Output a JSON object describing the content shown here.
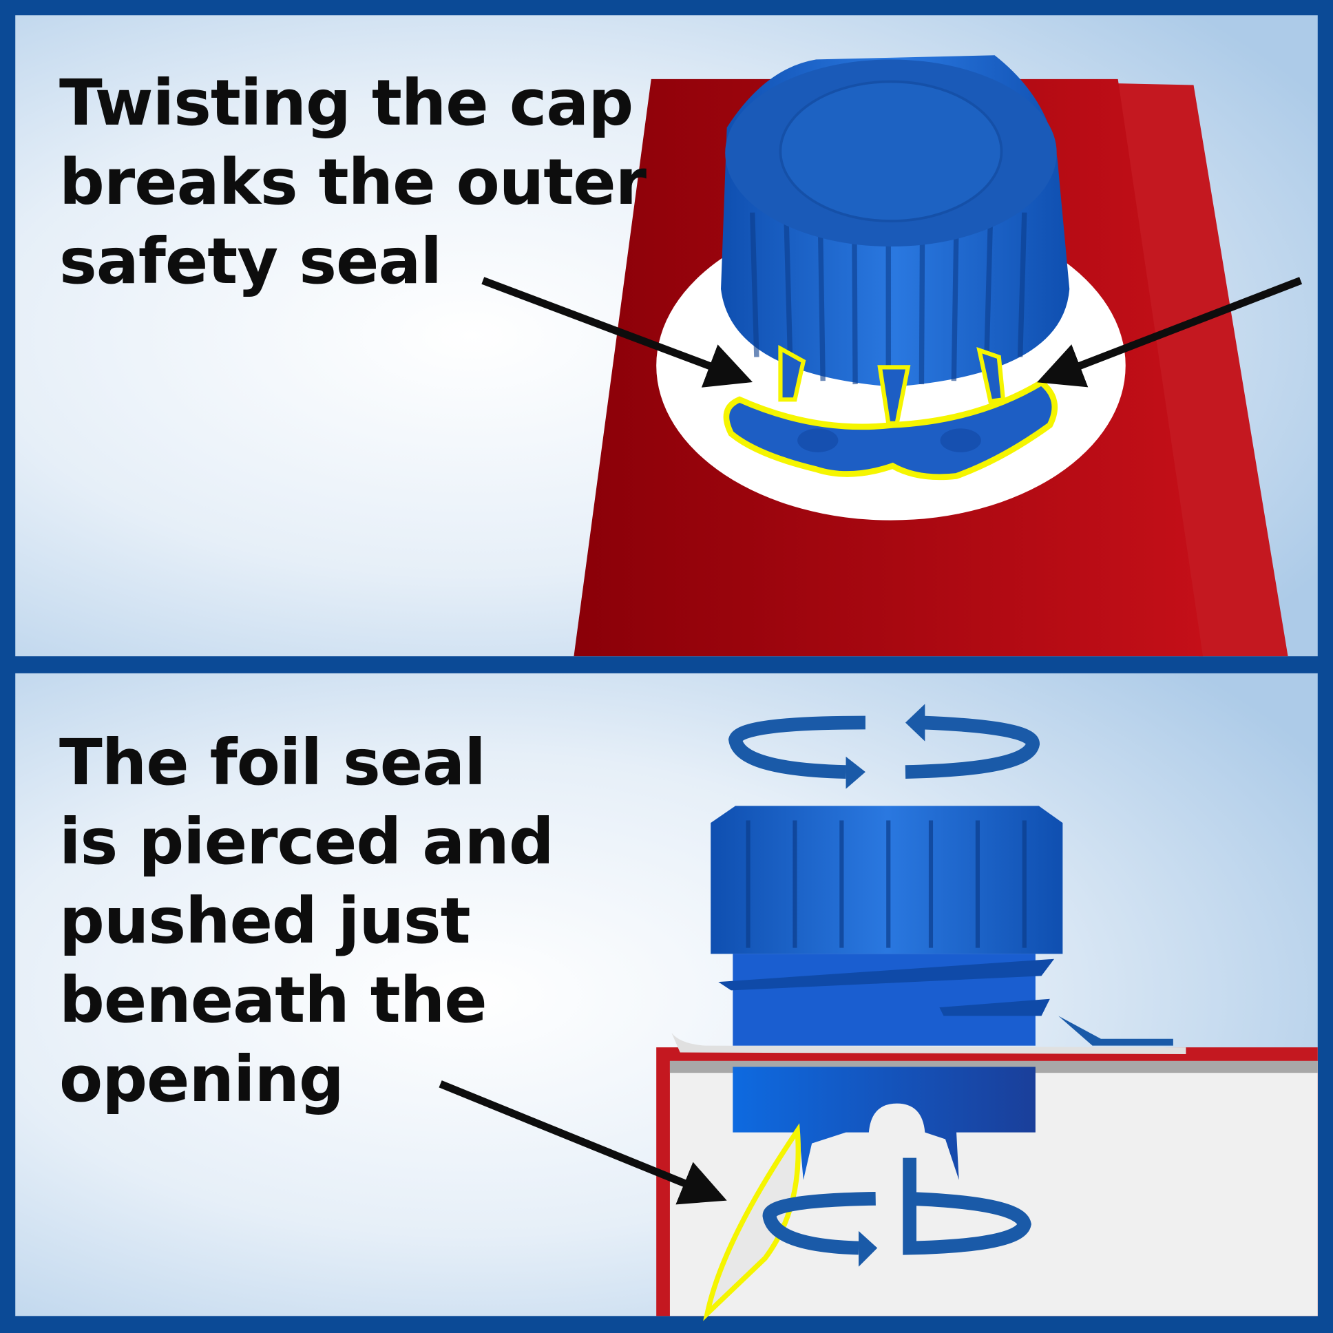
{
  "panels": [
    {
      "caption_lines": [
        "Twisting the cap",
        "breaks the outer",
        "safety seal"
      ]
    },
    {
      "caption_lines": [
        "The foil seal",
        "is pierced and",
        "pushed just",
        "beneath the",
        "opening"
      ]
    }
  ],
  "colors": {
    "frame": "#0b4a96",
    "background_light": "#f4f8fc",
    "background_edge": "#b4d0ea",
    "carton_red": "#b00a14",
    "cap_blue": "#1a64c8",
    "highlight_yellow": "#f5f500",
    "arrow": "#0d0d0d"
  }
}
